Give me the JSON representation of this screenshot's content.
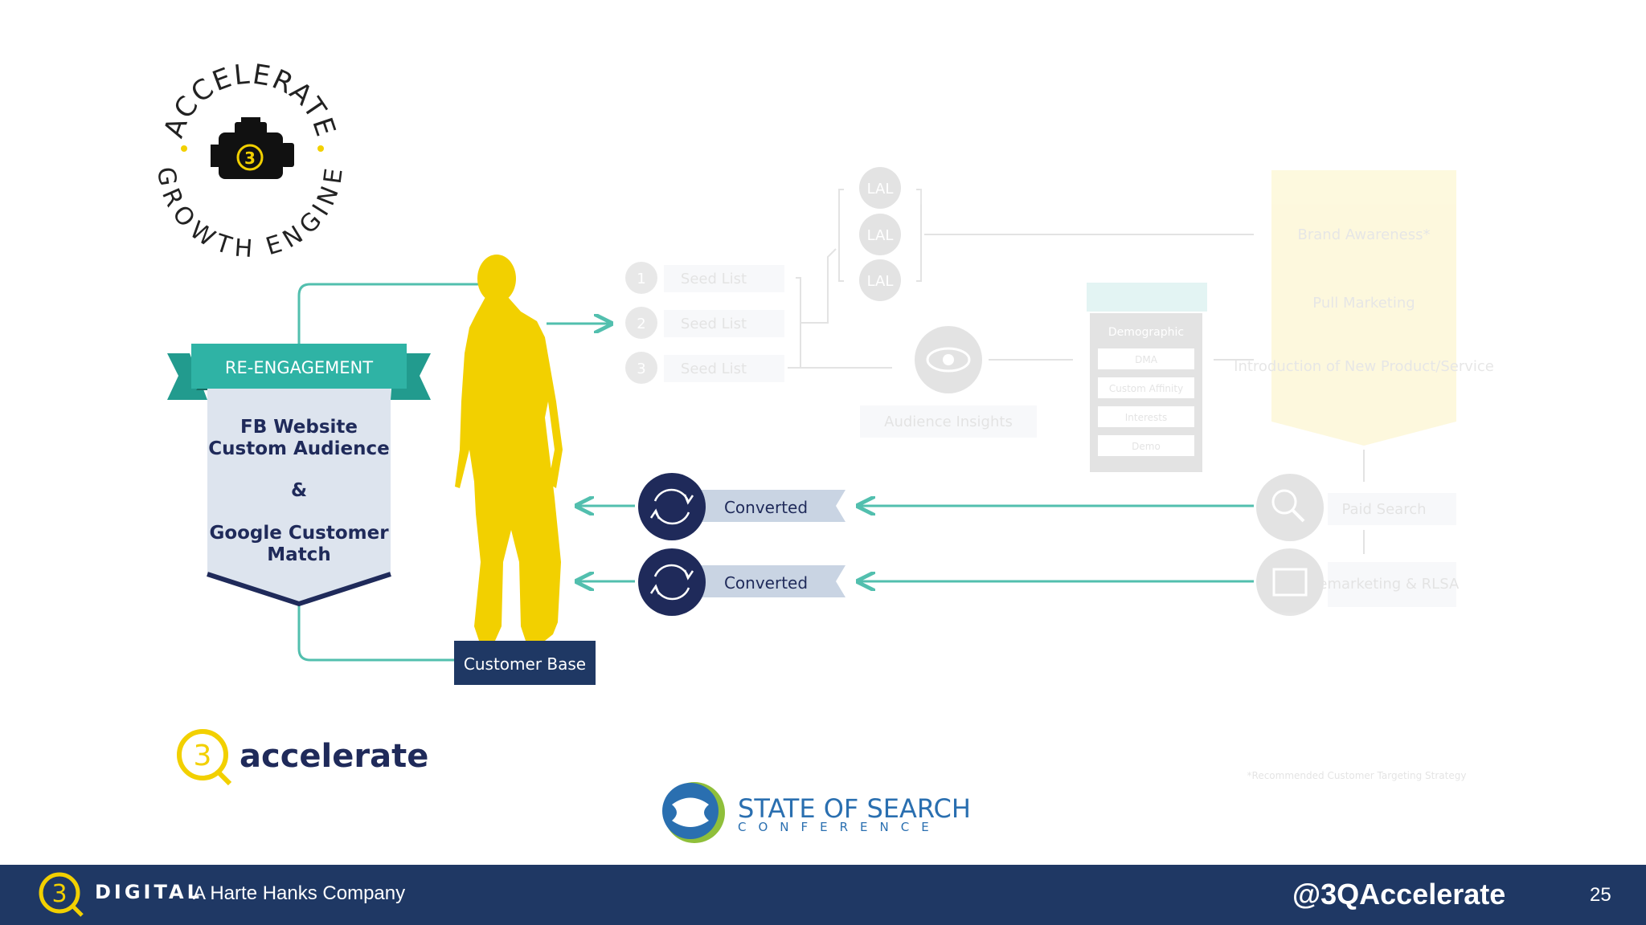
{
  "badge": {
    "top_text": "ACCELERATE",
    "bottom_text": "GROWTH ENGINE",
    "engine_letter": "3"
  },
  "banner": {
    "title": "RE-ENGAGEMENT",
    "lines": [
      "FB Website",
      "Custom Audience",
      "&",
      "Google Customer",
      "Match"
    ]
  },
  "customer_base": "Customer Base",
  "converted_rows": [
    {
      "label": "Converted"
    },
    {
      "label": "Converted"
    }
  ],
  "faded": {
    "seed_lists": [
      {
        "num": "1",
        "label": "Seed List"
      },
      {
        "num": "2",
        "label": "Seed List"
      },
      {
        "num": "3",
        "label": "Seed List"
      }
    ],
    "lal": [
      "LAL",
      "LAL",
      "LAL"
    ],
    "audience_insights": "Audience Insights",
    "demo_header": "Demographic",
    "demo_rows": [
      "DMA",
      "Custom Affinity",
      "Interests",
      "Demo"
    ],
    "funnel": [
      "Brand Awareness*",
      "Pull Marketing",
      "Introduction of New Product/Service"
    ],
    "paid_search": "Paid Search",
    "remarketing": "Remarketing & RLSA",
    "footnote": "*Recommended Customer Targeting Strategy"
  },
  "brand_logo": {
    "digit": "3",
    "word": "accelerate"
  },
  "conference": {
    "line1": "STATE OF SEARCH",
    "line2": "CONFERENCE"
  },
  "footer": {
    "digit": "3",
    "digital": "DIGITAL",
    "company": "A Harte Hanks Company",
    "handle": "@3QAccelerate",
    "page": "25"
  },
  "colors": {
    "teal": "#2fb3a5",
    "navy": "#1f2a5a",
    "yellow": "#f2d000",
    "panel": "#dde4ee",
    "footer": "#1f3864",
    "line_teal": "#52bfae"
  }
}
